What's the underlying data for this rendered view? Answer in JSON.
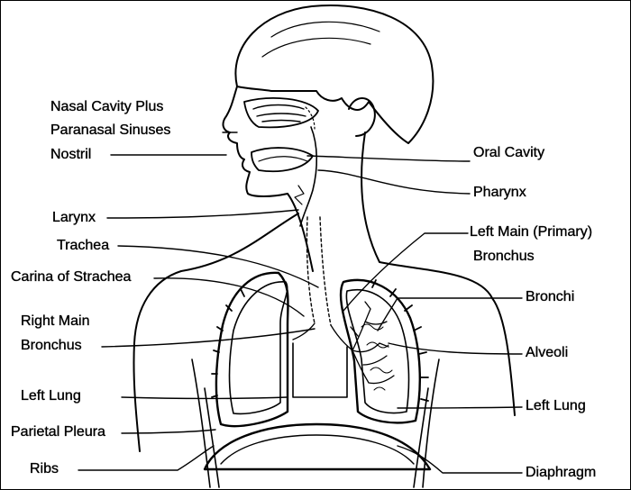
{
  "colors": {
    "ink": "#000000",
    "background": "#ffffff"
  },
  "labels": {
    "nasal_line1": "Nasal Cavity Plus",
    "nasal_line2": "Paranasal Sinuses",
    "nostril": "Nostril",
    "larynx": "Larynx",
    "trachea": "Trachea",
    "carina": "Carina  of Strachea",
    "right_main_line1": "Right Main",
    "right_main_line2": "Bronchus",
    "left_lung_left": "Left Lung",
    "parietal_pleura": "Parietal Pleura",
    "ribs": "Ribs",
    "oral_cavity": "Oral Cavity",
    "pharynx": "Pharynx",
    "left_main_line1": "Left Main (Primary)",
    "left_main_line2": "Bronchus",
    "bronchi": "Bronchi",
    "alveoli": "Alveoli",
    "left_lung_right": "Left Lung",
    "diaphragm": "Diaphragm"
  }
}
